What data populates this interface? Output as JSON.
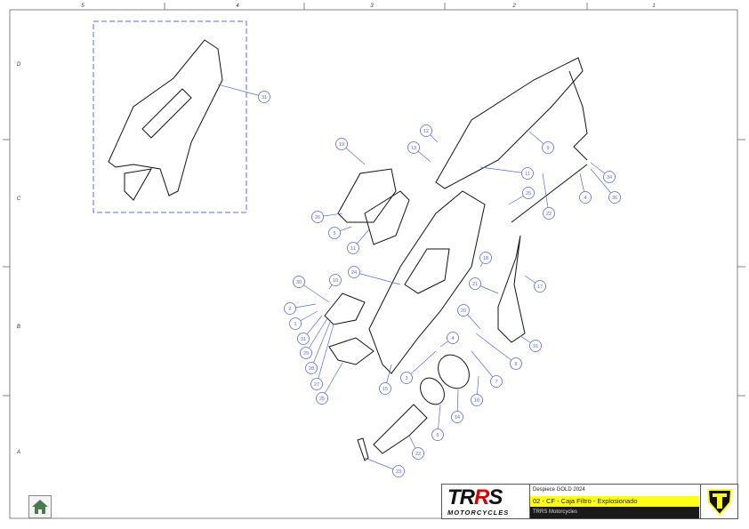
{
  "frame": {
    "columns": [
      "5",
      "4",
      "3",
      "2",
      "1"
    ],
    "rows": [
      "D",
      "C",
      "B",
      "A"
    ]
  },
  "balloons": [
    "31",
    "19",
    "12",
    "13",
    "9",
    "11",
    "34",
    "25",
    "4",
    "36",
    "22",
    "26",
    "5",
    "11",
    "18",
    "24",
    "30",
    "10",
    "21",
    "17",
    "2",
    "20",
    "1",
    "31",
    "16",
    "4",
    "29",
    "8",
    "28",
    "3",
    "7",
    "27",
    "15",
    "10",
    "25",
    "14",
    "6",
    "22",
    "23"
  ],
  "title_block": {
    "brand": {
      "part1": "TR",
      "part2": "R",
      "part3": "S",
      "sub": "MOTORCYCLES"
    },
    "line1": "Despiece GOLD 2024",
    "line2": "02 - CF - Caja Filtro - Explosionado",
    "line3": "TRRS Motorcycles"
  },
  "colors": {
    "balloon": "#5a6bd8",
    "highlight": "#ffff1a",
    "dark": "#1a1a1a",
    "logo_red": "#d20000"
  },
  "home_button": {
    "icon": "home-icon"
  }
}
